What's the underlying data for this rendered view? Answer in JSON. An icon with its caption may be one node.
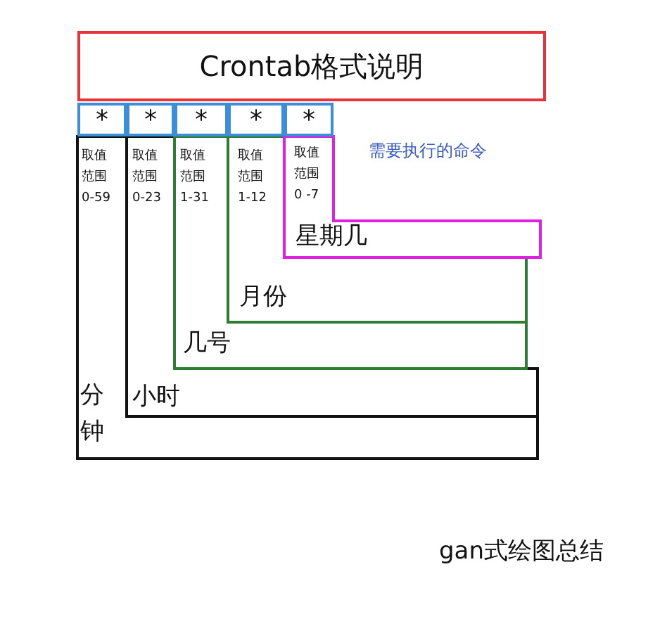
{
  "diagram": {
    "nodes": [
      {
        "text": [
          "Crontab格式说明"
        ]
      },
      {
        "text": [
          "*"
        ]
      },
      {
        "text": [
          "*"
        ]
      },
      {
        "text": [
          "*"
        ]
      },
      {
        "text": [
          "*"
        ]
      },
      {
        "text": [
          "*"
        ]
      },
      {
        "text": [
          "取值范围0-59",
          "分钟"
        ]
      },
      {
        "text": [
          "取值范围0-23",
          "小时"
        ]
      },
      {
        "text": [
          "取值范围1-31",
          "几号"
        ]
      },
      {
        "text": [
          "取值范围1-12",
          "月份"
        ]
      },
      {
        "text": [
          "取值范围0 -7",
          "星期几"
        ]
      }
    ],
    "labels": [
      "需要执行的命令",
      "gan式绘图总结"
    ]
  }
}
